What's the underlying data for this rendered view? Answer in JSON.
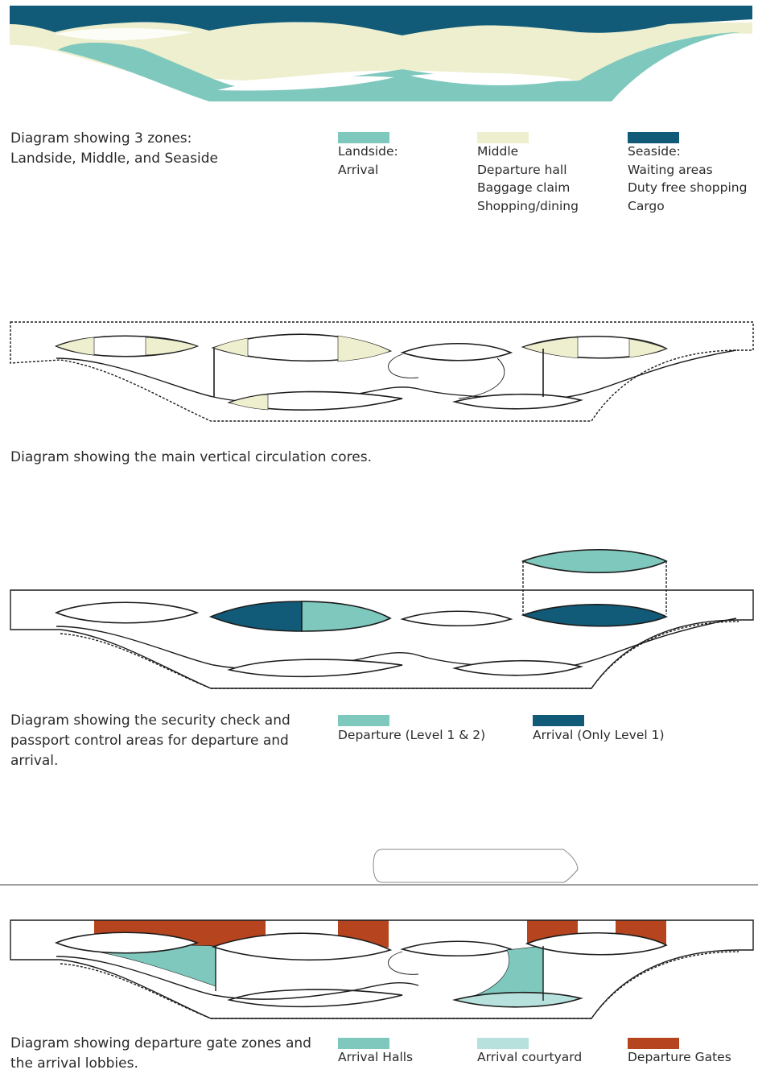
{
  "colors": {
    "landside": "#7fc8be",
    "middle": "#eeefce",
    "seaside": "#115a78",
    "arrival_courtyard": "#b6e1dc",
    "departure_gates": "#b6441e",
    "outline": "#1c1c1c"
  },
  "diagram1": {
    "caption": "Diagram showing 3 zones:\nLandside, Middle, and Seaside",
    "legend": [
      {
        "color_key": "landside",
        "text": "Landside:\nArrival"
      },
      {
        "color_key": "middle",
        "text": "Middle\nDeparture hall\nBaggage claim\nShopping/dining"
      },
      {
        "color_key": "seaside",
        "text": "Seaside:\nWaiting areas\nDuty free shopping\nCargo"
      }
    ]
  },
  "diagram2": {
    "caption": "Diagram showing the main vertical circulation cores."
  },
  "diagram3": {
    "caption": "Diagram showing the security check and\npassport control areas for departure and\narrival.",
    "legend": [
      {
        "color_key": "landside",
        "text": "Departure (Level 1 & 2)"
      },
      {
        "color_key": "seaside",
        "text": "Arrival (Only Level 1)"
      }
    ]
  },
  "diagram4": {
    "caption": "Diagram showing departure gate zones and\nthe arrival lobbies.",
    "legend": [
      {
        "color_key": "landside",
        "text": "Arrival Halls"
      },
      {
        "color_key": "arrival_courtyard",
        "text": "Arrival courtyard"
      },
      {
        "color_key": "departure_gates",
        "text": "Departure Gates"
      }
    ]
  }
}
